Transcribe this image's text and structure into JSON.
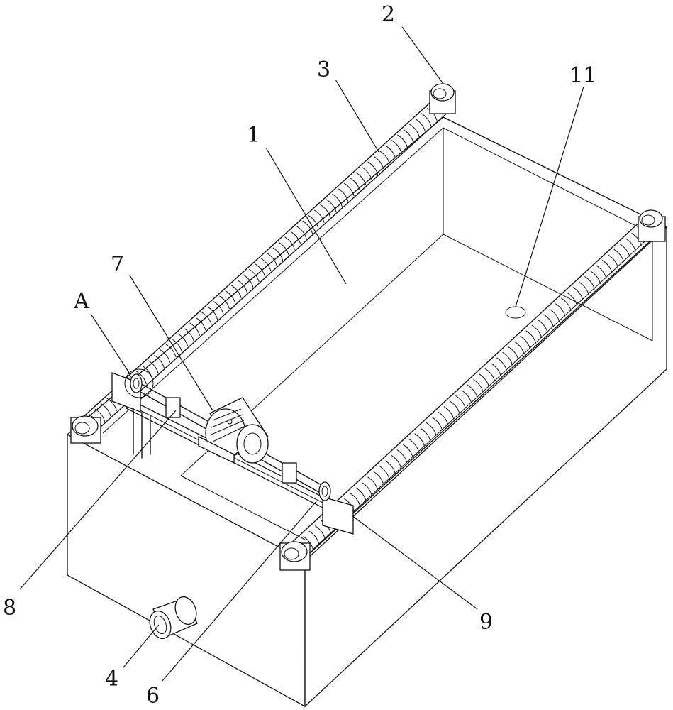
{
  "labels": {
    "l1": "1",
    "l2": "2",
    "l3": "3",
    "l4": "4",
    "l6": "6",
    "l7": "7",
    "l8": "8",
    "l9": "9",
    "l11": "11",
    "lA": "A"
  }
}
